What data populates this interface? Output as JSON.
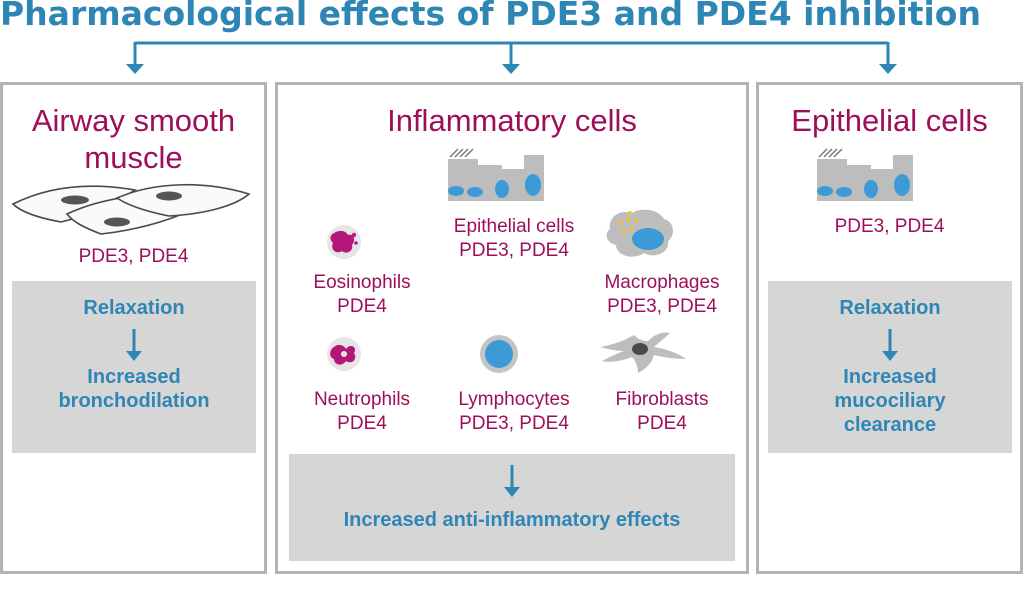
{
  "title": "Pharmacological effects of PDE3 and PDE4 inhibition",
  "colors": {
    "accent_blue": "#2e86b5",
    "magenta": "#9e0f5a",
    "panel_border": "#b3b3b3",
    "effect_bg": "#d6d6d6"
  },
  "panels": {
    "airway": {
      "title_line1": "Airway smooth",
      "title_line2": "muscle",
      "icon": "smooth-muscle-cells-icon",
      "pde": "PDE3, PDE4",
      "effect_line1": "Relaxation",
      "effect_line2": "Increased",
      "effect_line3": "bronchodilation"
    },
    "inflammatory": {
      "title": "Inflammatory cells",
      "cells": {
        "epithelial": {
          "name": "Epithelial cells",
          "pde": "PDE3, PDE4",
          "icon": "epithelial-cells-icon"
        },
        "eosinophils": {
          "name": "Eosinophils",
          "pde": "PDE4",
          "icon": "eosinophil-icon"
        },
        "macrophages": {
          "name": "Macrophages",
          "pde": "PDE3, PDE4",
          "icon": "macrophage-icon"
        },
        "neutrophils": {
          "name": "Neutrophils",
          "pde": "PDE4",
          "icon": "neutrophil-icon"
        },
        "lymphocytes": {
          "name": "Lymphocytes",
          "pde": "PDE3, PDE4",
          "icon": "lymphocyte-icon"
        },
        "fibroblasts": {
          "name": "Fibroblasts",
          "pde": "PDE4",
          "icon": "fibroblast-icon"
        }
      },
      "effect": "Increased anti-inflammatory effects"
    },
    "epithelial": {
      "title": "Epithelial cells",
      "icon": "epithelial-cells-icon",
      "pde": "PDE3, PDE4",
      "effect_line1": "Relaxation",
      "effect_line2": "Increased",
      "effect_line3": "mucociliary",
      "effect_line4": "clearance"
    }
  }
}
